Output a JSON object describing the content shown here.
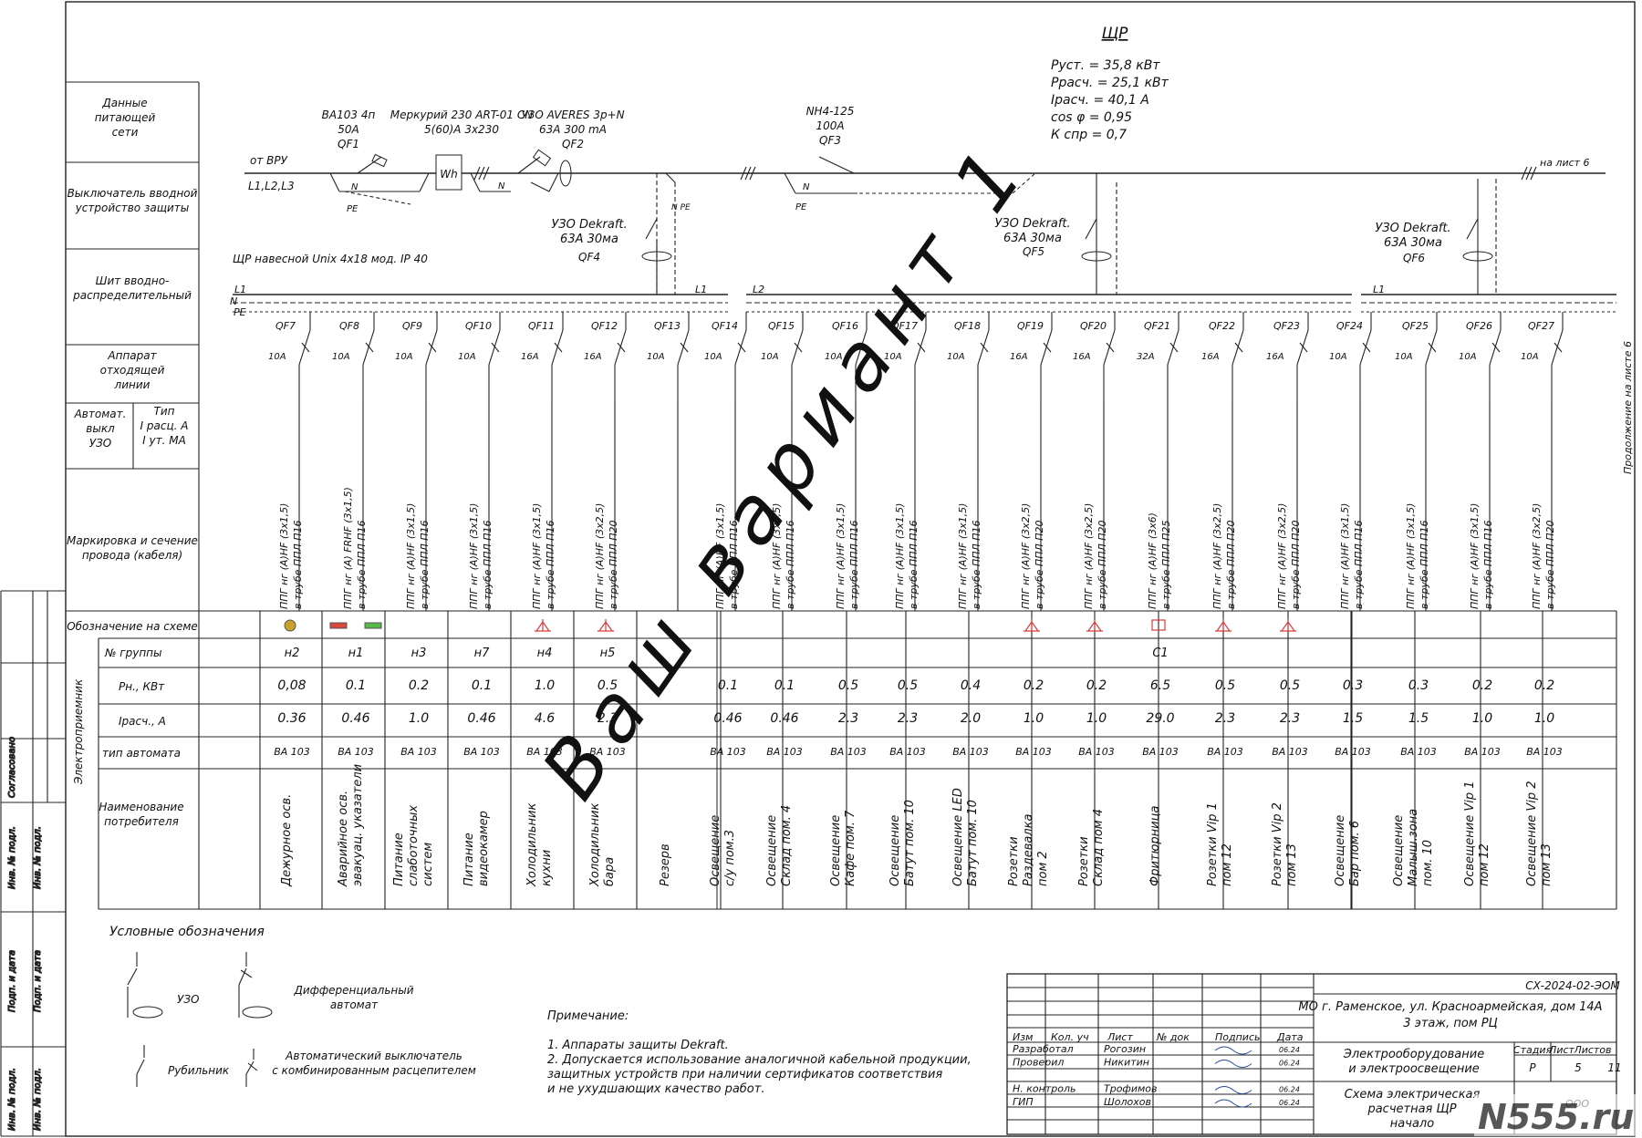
{
  "title": "ЩР",
  "params": [
    "Руст.   =    35,8 кВт",
    "Ррасч. =    25,1 кВт",
    "Ірасч.  =    40,1  А",
    "cos  φ =    0,95",
    "К спр    =     0,7"
  ],
  "left_labels": [
    [
      "Данные",
      "питающей",
      "сети"
    ],
    [
      "Выключатель вводной",
      "устройство защиты"
    ],
    [
      "Шит вводно-",
      "распределительный"
    ],
    [
      "Аппарат",
      "отходящей",
      "линии"
    ],
    [
      "Автомат.",
      "выкл",
      "УЗО"
    ],
    [
      "Тип",
      "I расц. А",
      "I ут. МА"
    ],
    [
      "Маркировка и сечение",
      "провода (кабеля)"
    ],
    [
      "Обозначение на схеме"
    ]
  ],
  "consumer_label": "Электроприемник",
  "row_labels": [
    "№   группы",
    "Рн., КВт",
    "Ірасч., А",
    "тип   автомата",
    "Наименование потребителя"
  ],
  "stamp_side": [
    "Согласовано",
    "Инв. № подл.",
    "Подп. и дата",
    "Инв. № подл."
  ],
  "supply": {
    "from": "от ВРУ",
    "phases": "L1,L2,L3",
    "to": "на лист 6",
    "cont": "Продолжение  на листе 6",
    "n": "N",
    "pe": "PE",
    "npe": "N  PE"
  },
  "devices": {
    "qf1": [
      "ВА103 4п",
      "50А",
      "QF1"
    ],
    "meter": [
      "Меркурий 230 ART-01 CN",
      "5(60)А  3x230"
    ],
    "meter_symbol": "Wh",
    "qf2": [
      "УЗО AVERES 3р+N",
      "63А 300 mA",
      "QF2"
    ],
    "qf3": [
      "NH4-125",
      "100А",
      "QF3"
    ],
    "qf4": [
      "УЗО Dekraft.",
      "63А  30ма",
      "QF4"
    ],
    "qf5": [
      "УЗО Dekraft.",
      "63А  30ма",
      "QF5"
    ],
    "qf6": [
      "УЗО Dekraft.",
      "63А  30ма",
      "QF6"
    ]
  },
  "panel": "ЩР навесной Unix 4x18 мод.  IP 40",
  "bus_labels": {
    "l1a": "L1",
    "n": "N",
    "pe": "PE",
    "l1b": "L1",
    "l2": "L2",
    "l1c": "L1"
  },
  "groups": [
    {
      "qf": "QF7",
      "a": "10А",
      "cable": [
        "ППГ нг (А)HF (3x1,5)",
        "в трубе ППЛ П16"
      ],
      "sym": "lamp",
      "no": "н2",
      "p": "0,08",
      "i": "0.36",
      "type": "ВА 103",
      "name": [
        "Дежурное осв."
      ]
    },
    {
      "qf": "QF8",
      "a": "10А",
      "cable": [
        "ППГ нг (А) FRHF (3x1,5)",
        "в трубе ППЛ П16"
      ],
      "sym": "emerg",
      "no": "н1",
      "p": "0.1",
      "i": "0.46",
      "type": "ВА 103",
      "name": [
        "Аварийное осв.",
        "эвакуац. указатели"
      ]
    },
    {
      "qf": "QF9",
      "a": "10А",
      "cable": [
        "ППГ нг (А)HF (3x1,5)",
        "в трубе ППЛ П16"
      ],
      "sym": "",
      "no": "н3",
      "p": "0.2",
      "i": "1.0",
      "type": "ВА 103",
      "name": [
        "Питание",
        "слаботочных",
        "систем"
      ]
    },
    {
      "qf": "QF10",
      "a": "10А",
      "cable": [
        "ППГ нг (А)HF (3x1,5)",
        "в трубе ППЛ П16"
      ],
      "sym": "",
      "no": "н7",
      "p": "0.1",
      "i": "0.46",
      "type": "ВА 103",
      "name": [
        "Питание",
        "видеокамер"
      ]
    },
    {
      "qf": "QF11",
      "a": "16А",
      "cable": [
        "ППГ нг (А)HF (3x1,5)",
        "в трубе ППЛ П16"
      ],
      "sym": "socket",
      "no": "н4",
      "p": "1.0",
      "i": "4.6",
      "type": "ВА 103",
      "name": [
        "Холодильник",
        "кухни"
      ]
    },
    {
      "qf": "QF12",
      "a": "16А",
      "cable": [
        "ППГ нг (А)HF (3x2,5)",
        "в трубе ППЛ П20"
      ],
      "sym": "socket",
      "no": "н5",
      "p": "0.5",
      "i": "2.3",
      "type": "ВА 103",
      "name": [
        "Холодильник",
        "бара"
      ]
    },
    {
      "qf": "QF13",
      "a": "10А",
      "cable": [],
      "sym": "",
      "no": "",
      "p": "",
      "i": "",
      "type": "",
      "name": [
        "Резерв"
      ]
    },
    {
      "qf": "QF14",
      "a": "10А",
      "cable": [
        "ППГ нг (А)HF (3x1,5)",
        "в трубе ППЛ П16"
      ],
      "sym": "",
      "no": "",
      "p": "0.1",
      "i": "0.46",
      "type": "ВА 103",
      "name": [
        "Освещение",
        "с/у пом.3"
      ]
    },
    {
      "qf": "QF15",
      "a": "10А",
      "cable": [
        "ППГ нг (А)HF (3x1,5)",
        "в трубе ППЛ П16"
      ],
      "sym": "",
      "no": "",
      "p": "0.1",
      "i": "0.46",
      "type": "ВА 103",
      "name": [
        "Освещение",
        "Склад  пом. 4"
      ]
    },
    {
      "qf": "QF16",
      "a": "10А",
      "cable": [
        "ППГ нг (А)HF (3x1,5)",
        "в трубе ППЛ П16"
      ],
      "sym": "",
      "no": "",
      "p": "0.5",
      "i": "2.3",
      "type": "ВА 103",
      "name": [
        "Освещение",
        "Кафе пом. 7"
      ]
    },
    {
      "qf": "QF17",
      "a": "10А",
      "cable": [
        "ППГ нг (А)HF (3x1,5)",
        "в трубе ППЛ П16"
      ],
      "sym": "",
      "no": "",
      "p": "0.5",
      "i": "2.3",
      "type": "ВА 103",
      "name": [
        "Освещение",
        "Батут пом. 10"
      ]
    },
    {
      "qf": "QF18",
      "a": "10А",
      "cable": [
        "ППГ нг (А)HF (3x1,5)",
        "в трубе ППЛ П16"
      ],
      "sym": "",
      "no": "",
      "p": "0.4",
      "i": "2.0",
      "type": "ВА 103",
      "name": [
        "Освещение LED",
        "Батут пом. 10"
      ]
    },
    {
      "qf": "QF19",
      "a": "16А",
      "cable": [
        "ППГ нг (А)HF (3x2,5)",
        "в трубе ППЛ П20"
      ],
      "sym": "socket",
      "no": "",
      "p": "0.2",
      "i": "1.0",
      "type": "ВА 103",
      "name": [
        "Розетки",
        "Раздевалка",
        "пом 2"
      ]
    },
    {
      "qf": "QF20",
      "a": "16А",
      "cable": [
        "ППГ нг (А)HF (3x2,5)",
        "в трубе ППЛ П20"
      ],
      "sym": "socket",
      "no": "",
      "p": "0.2",
      "i": "1.0",
      "type": "ВА 103",
      "name": [
        "Розетки",
        "Склад пом 4"
      ]
    },
    {
      "qf": "QF21",
      "a": "32А",
      "cable": [
        "ППГ нг (А)HF (3x6)",
        "в трубе ППЛ П25"
      ],
      "sym": "box",
      "no": "С1",
      "p": "6.5",
      "i": "29.0",
      "type": "ВА 103",
      "name": [
        "Фритюрница"
      ]
    },
    {
      "qf": "QF22",
      "a": "16А",
      "cable": [
        "ППГ нг (А)HF (3x2,5)",
        "в трубе ППЛ П20"
      ],
      "sym": "socket",
      "no": "",
      "p": "0.5",
      "i": "2.3",
      "type": "ВА 103",
      "name": [
        "Розетки  Vip 1",
        "пом 12"
      ]
    },
    {
      "qf": "QF23",
      "a": "16А",
      "cable": [
        "ППГ нг (А)HF (3x2,5)",
        "в трубе ППЛ П20"
      ],
      "sym": "socket",
      "no": "",
      "p": "0.5",
      "i": "2.3",
      "type": "ВА 103",
      "name": [
        "Розетки  Vip 2",
        "пом 13"
      ]
    },
    {
      "qf": "QF24",
      "a": "10А",
      "cable": [
        "ППГ нг (А)HF (3x1,5)",
        "в трубе ППЛ П16"
      ],
      "sym": "",
      "no": "",
      "p": "0.3",
      "i": "1.5",
      "type": "ВА 103",
      "name": [
        "Освещение",
        "Бар  пом. 6"
      ]
    },
    {
      "qf": "QF25",
      "a": "10А",
      "cable": [
        "ППГ нг (А)HF (3x1,5)",
        "в трубе ППЛ П16"
      ],
      "sym": "",
      "no": "",
      "p": "0.3",
      "i": "1.5",
      "type": "ВА 103",
      "name": [
        "Освещение",
        "Малыш.зона",
        "пом. 10"
      ]
    },
    {
      "qf": "QF26",
      "a": "10А",
      "cable": [
        "ППГ нг (А)HF (3x1,5)",
        "в трубе ППЛ П16"
      ],
      "sym": "",
      "no": "",
      "p": "0.2",
      "i": "1.0",
      "type": "ВА 103",
      "name": [
        "Освещение Vip 1",
        "пом 12"
      ]
    },
    {
      "qf": "QF27",
      "a": "10А",
      "cable": [
        "ППГ нг (А)HF (3x2,5)",
        "в трубе ППЛ П20"
      ],
      "sym": "",
      "no": "",
      "p": "0.2",
      "i": "1.0",
      "type": "ВА 103",
      "name": [
        "Освещение Vip 2",
        "пом 13"
      ]
    }
  ],
  "legend": {
    "title": "Условные  обозначения",
    "uzo": "УЗО",
    "diff": [
      "Дифференциальный",
      "автомат"
    ],
    "rub": "Рубильник",
    "auto": [
      "Автоматический  выключатель",
      "с комбинированным расцепителем"
    ]
  },
  "notes": {
    "title": "Примечание:",
    "lines": [
      "1. Аппараты  защиты  Dekraft.",
      "2. Допускается  использование  аналогичной  кабельной   продукции,",
      "  защитных  устройств  при  наличии  сертификатов  соответствия",
      "  и  не  ухудшающих  качество  работ."
    ]
  },
  "stamp": {
    "code": "СХ-2024-02-ЭОМ",
    "address": [
      "МО  г. Раменское, ул. Красноармейская, дом 14А",
      "3 этаж,  пом РЦ"
    ],
    "headers": [
      "Изм",
      "Кол. уч",
      "Лист",
      "№ док",
      "Подпись",
      "Дата"
    ],
    "people": [
      {
        "role": "Разработал",
        "name": "Рогозин",
        "date": "06.24"
      },
      {
        "role": "Проверил",
        "name": "Никитин",
        "date": "06.24"
      },
      {
        "role": "",
        "name": "",
        "date": ""
      },
      {
        "role": "Н. контроль",
        "name": "Трофимов",
        "date": "06.24"
      },
      {
        "role": "ГИП",
        "name": "Шолохов",
        "date": "06.24"
      }
    ],
    "work": [
      "Электрооборудование",
      "и электроосвещение"
    ],
    "stage_labels": [
      "Стадия",
      "Лист",
      "Листов"
    ],
    "stage_values": [
      "Р",
      "5",
      "11"
    ],
    "sheet": [
      "Схема электрическая",
      "расчетная  ЩР",
      "начало"
    ],
    "org": "ООО"
  },
  "watermark": "Ваш  вариант 1",
  "site_badge": "N555.ru",
  "colors": {
    "watermark": "#e0191b",
    "badge": "#2a2a2a",
    "line": "#222222",
    "lamp": "#c9a227",
    "emerg_red": "#d9483b",
    "emerg_green": "#54b948",
    "socket": "#d93a3a"
  }
}
